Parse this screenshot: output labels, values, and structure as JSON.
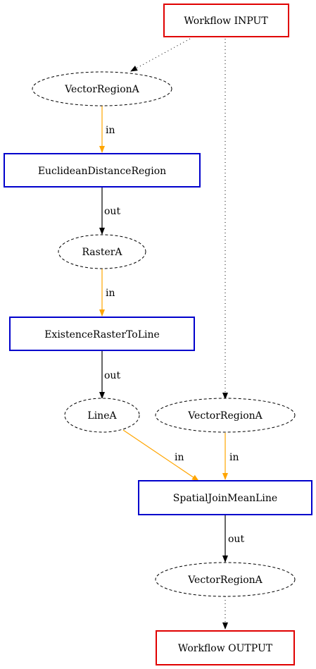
{
  "nodes": {
    "workflow_input": "Workflow INPUT",
    "vector_region_a_1": "VectorRegionA",
    "euclidean_distance_region": "EuclideanDistanceRegion",
    "raster_a": "RasterA",
    "existence_raster_to_line": "ExistenceRasterToLine",
    "line_a": "LineA",
    "vector_region_a_2": "VectorRegionA",
    "spatial_join_mean_line": "SpatialJoinMeanLine",
    "vector_region_a_3": "VectorRegionA",
    "workflow_output": "Workflow OUTPUT"
  },
  "edges": {
    "in_1": "in",
    "out_1": "out",
    "in_2": "in",
    "out_2": "out",
    "in_3": "in",
    "in_4": "in",
    "out_3": "out"
  },
  "colors": {
    "io_border": "#e00000",
    "process_border": "#0000cc",
    "data_edge": "#ffa500",
    "output_edge": "#000000"
  }
}
